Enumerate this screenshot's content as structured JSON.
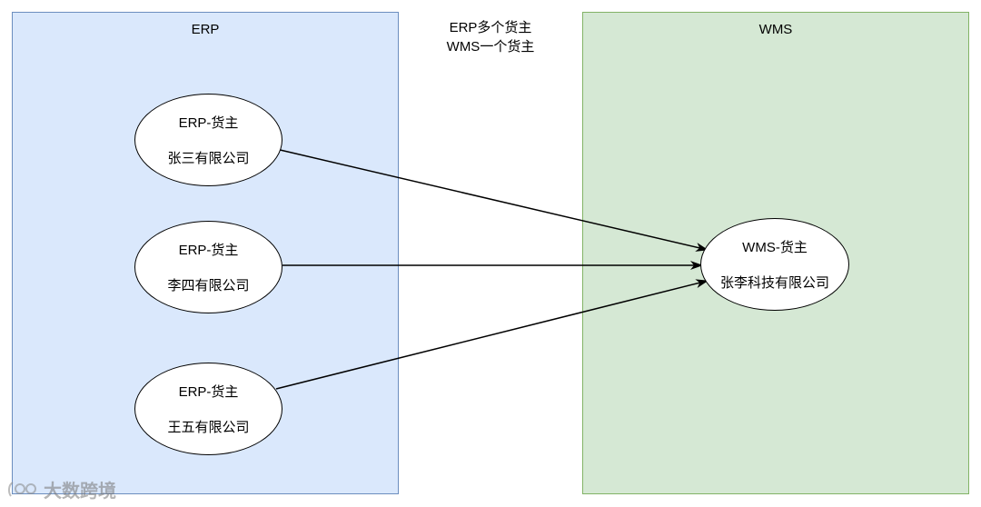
{
  "panels": {
    "erp": {
      "title": "ERP"
    },
    "wms": {
      "title": "WMS"
    }
  },
  "center_note": {
    "line1": "ERP多个货主",
    "line2": "WMS一个货主"
  },
  "erp_nodes": [
    {
      "role": "ERP-货主",
      "company": "张三有限公司"
    },
    {
      "role": "ERP-货主",
      "company": "李四有限公司"
    },
    {
      "role": "ERP-货主",
      "company": "王五有限公司"
    }
  ],
  "wms_node": {
    "role": "WMS-货主",
    "company": "张李科技有限公司"
  },
  "watermark": {
    "text": "大数跨境"
  },
  "colors": {
    "erp_fill": "#dae8fc",
    "erp_stroke": "#6c8ebf",
    "wms_fill": "#d5e8d4",
    "wms_stroke": "#82b366"
  }
}
